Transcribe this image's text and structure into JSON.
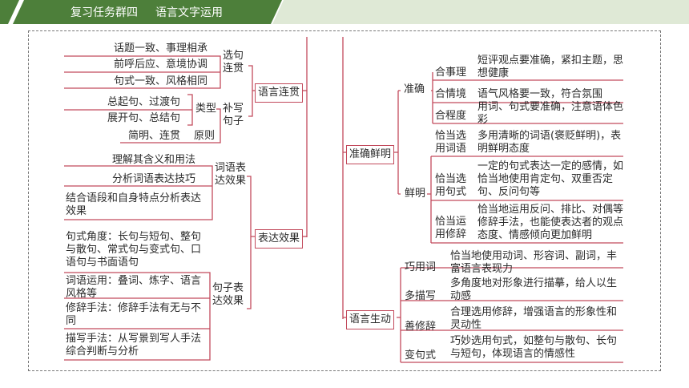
{
  "header": {
    "part1": "复习任务群四",
    "part2": "语言文字运用"
  },
  "accent_color": "#4d7f3a",
  "line_color": "#c24a5c",
  "left": {
    "yuyan_lianguan": {
      "title": "语言连贯",
      "xuanju": {
        "label": "选句\n连贯",
        "items": [
          "话题一致、事理相承",
          "前呼后应、意境协调",
          "句式一致、风格相同"
        ]
      },
      "buxie": {
        "label": "补写\n句子",
        "leixing": "类型",
        "leixing_items": [
          "总起句、过渡句",
          "展开句、总结句"
        ],
        "yuanze": "原则",
        "yuanze_item": "简明、连贯"
      }
    },
    "biaoda_xiaoguo": {
      "title": "表达效果",
      "ciyu": {
        "label": "词语表\n达效果",
        "items": [
          "理解其含义和用法",
          "分析词语表达技巧",
          "结合语段和自身特点分析表达效果"
        ]
      },
      "juzi": {
        "label": "句子表\n达效果",
        "items": [
          "句式角度：长句与短句、整句与散句、常式句与变式句、口语句与书面语句",
          "词语运用：叠词、炼字、语言风格等",
          "修辞手法：修辞手法有无与不同",
          "描写手法：从写景到写人手法综合判断与分析"
        ]
      }
    }
  },
  "right": {
    "zhunque_xianming": {
      "title": "准确鲜明",
      "zhunque": {
        "label": "准确",
        "rows": [
          {
            "key": "合事理",
            "desc": "短评观点要准确，紧扣主题，思想健康"
          },
          {
            "key": "合情境",
            "desc": "语气风格要一致，符合氛围"
          },
          {
            "key": "合程度",
            "desc": "用词、句式要准确，注意语体色彩"
          }
        ]
      },
      "xianming": {
        "label": "鲜明",
        "rows": [
          {
            "key": "恰当选用词语",
            "desc": "多用清晰的词语(褒贬鲜明)，表明鲜明态度"
          },
          {
            "key": "恰当选用句式",
            "desc": "一定的句式表达一定的感情，如恰当地使用肯定句、双重否定句、反问句等"
          },
          {
            "key": "恰当运用修辞",
            "desc": "恰当地运用反问、排比、对偶等修辞手法，也能使表达者的观点态度、情感倾向更加鲜明"
          }
        ]
      }
    },
    "yuyan_shengdong": {
      "title": "语言生动",
      "rows": [
        {
          "key": "巧用词",
          "desc": "恰当地使用动词、形容词、副词，丰富语言表现力"
        },
        {
          "key": "多描写",
          "desc": "多角度地对形象进行描摹，给人以生动感"
        },
        {
          "key": "善修辞",
          "desc": "合理选用修辞，增强语言的形象性和灵动性"
        },
        {
          "key": "变句式",
          "desc": "巧妙选用句式，如整句与散句、长句与短句，体现语言的情感性"
        }
      ]
    }
  }
}
